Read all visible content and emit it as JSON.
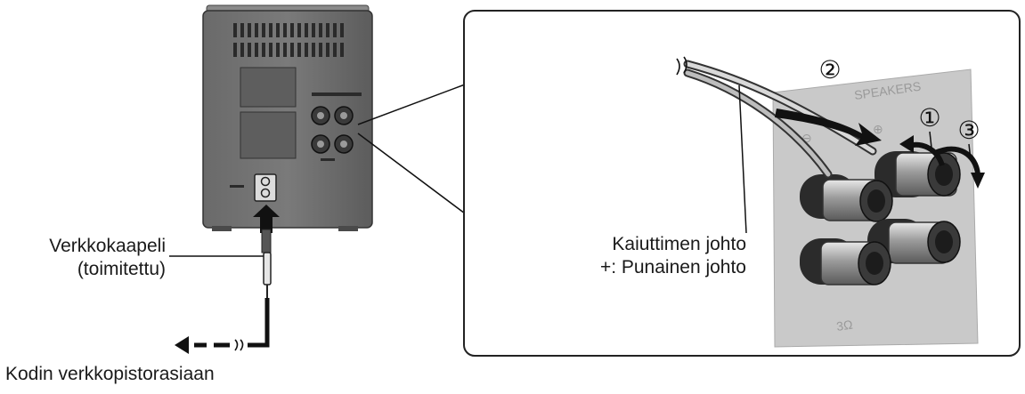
{
  "labels": {
    "power_cable_line1": "Verkkokaapeli",
    "power_cable_line2": "(toimitettu)",
    "household_outlet": "Kodin verkkopistorasiaan",
    "speaker_cable_line1": "Kaiuttimen johto",
    "speaker_cable_line2": "+: Punainen johto"
  },
  "steps": [
    "①",
    "②",
    "③"
  ]
}
